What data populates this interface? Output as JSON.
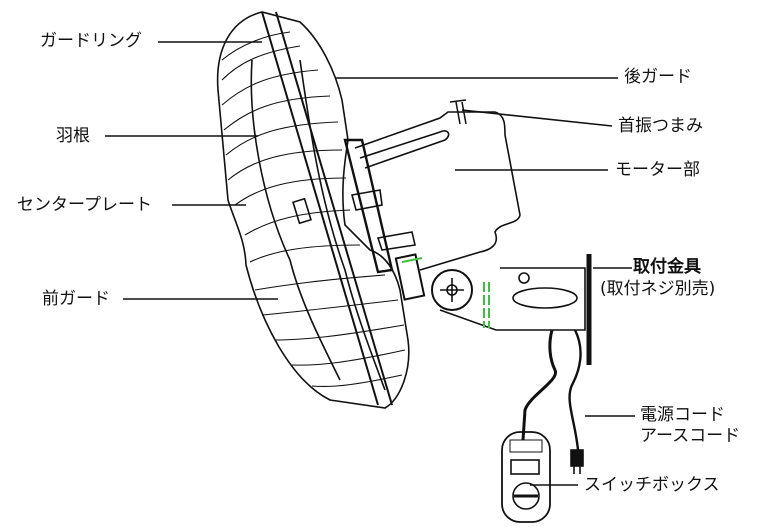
{
  "labels": {
    "guard_ring": "ガードリング",
    "blade": "羽根",
    "center_plate": "センタープレート",
    "front_guard": "前ガード",
    "rear_guard": "後ガード",
    "swing_knob": "首振つまみ",
    "motor": "モーター部",
    "mount_bracket": "取付金具",
    "mount_note": "(取付ネジ別売)",
    "power_cord": "電源コード",
    "earth_cord": "アースコード",
    "switch_box": "スイッチボックス"
  },
  "colors": {
    "line": "#111111",
    "accent_green": "#3fbf3f"
  }
}
